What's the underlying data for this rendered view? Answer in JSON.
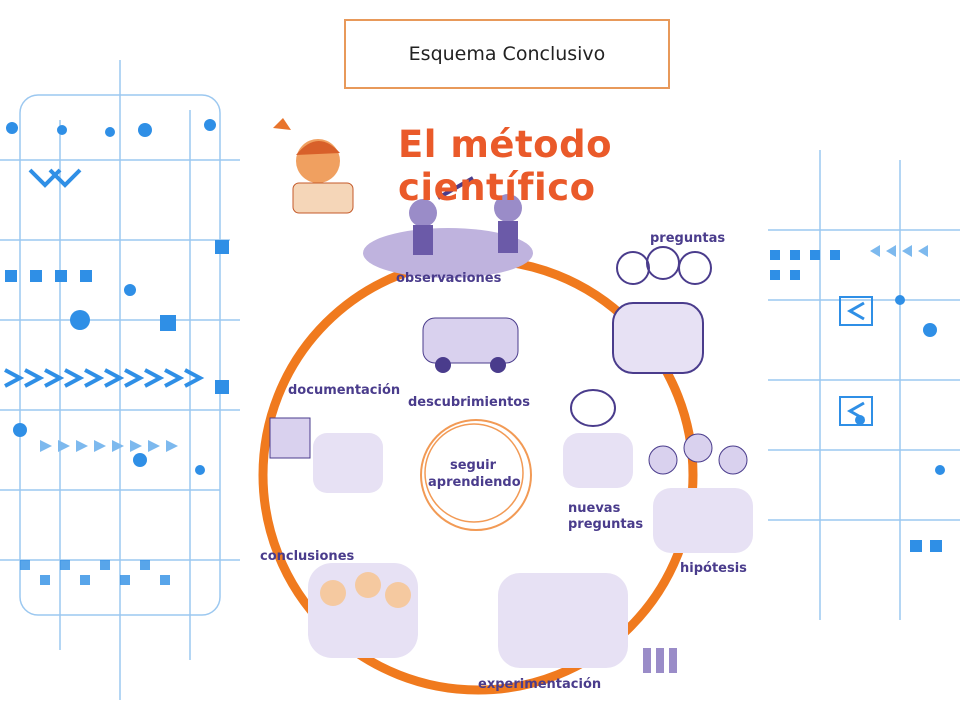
{
  "slide_title": "Esquema Conclusivo",
  "poster": {
    "title": "El método científico",
    "center": "seguir aprendiendo",
    "steps": {
      "observaciones": "observaciones",
      "preguntas": "preguntas",
      "hipotesis": "hipótesis",
      "experimentacion": "experimentación",
      "conclusiones": "conclusiones",
      "documentacion": "documentación",
      "descubrimientos": "descubrimientos",
      "nuevas_preguntas": "nuevas preguntas"
    }
  },
  "colors": {
    "ring": "#f07a1e",
    "title": "#ea5a2a",
    "labels": "#4a3c8c",
    "frame": "#e8995a",
    "circuit": "#2f8fe6"
  }
}
